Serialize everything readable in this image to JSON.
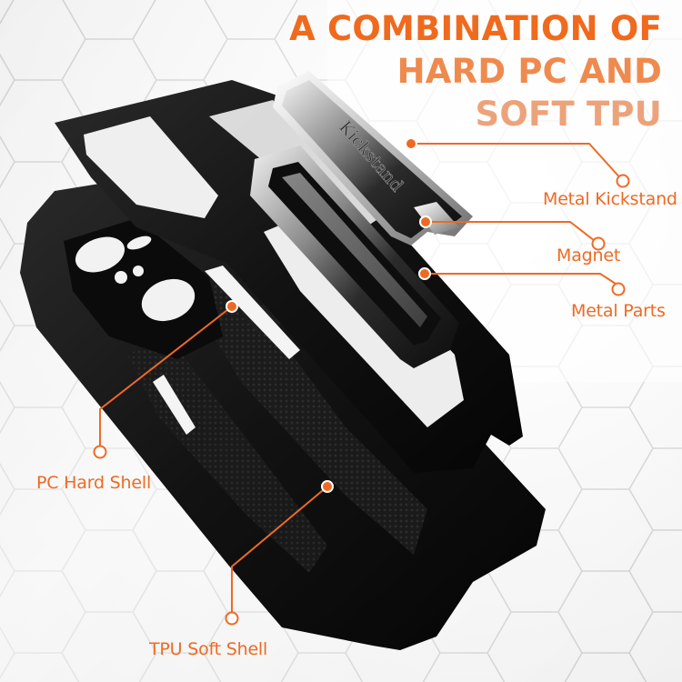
{
  "headline": {
    "line1": "A COMBINATION OF",
    "line2": "HARD PC AND",
    "line3": "SOFT TPU"
  },
  "product": {
    "kickstand_engraving": "Kickstand"
  },
  "callouts": [
    {
      "id": "metal-kickstand",
      "label": "Metal Kickstand"
    },
    {
      "id": "magnet",
      "label": "Magnet"
    },
    {
      "id": "metal-parts",
      "label": "Metal Parts"
    },
    {
      "id": "pc-hard-shell",
      "label": "PC Hard Shell"
    },
    {
      "id": "tpu-soft-shell",
      "label": "TPU Soft Shell"
    }
  ],
  "colors": {
    "accent": "#ee6a24",
    "title_top": "#f06a1e",
    "title_mid": "#ef8a4e",
    "title_bottom": "#eda37a",
    "case_black": "#141414",
    "background": "#f4f4f4",
    "hex_lines": "#d2d2d2"
  }
}
